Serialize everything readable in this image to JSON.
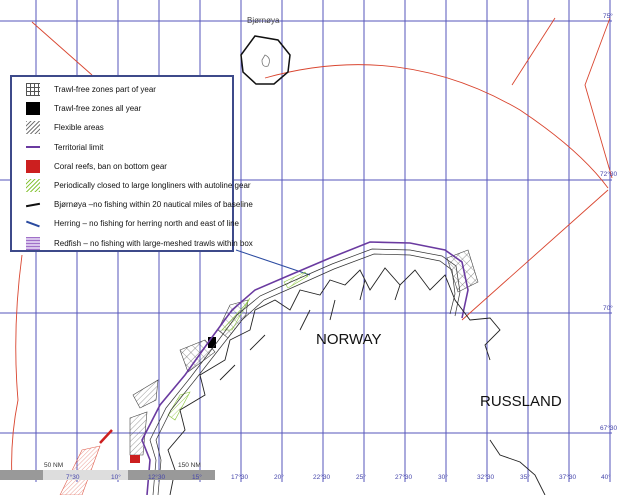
{
  "map": {
    "islands": {
      "bjornoya": "Bjørnøya"
    },
    "countries": {
      "norway": "NORWAY",
      "russia": "RUSSLAND"
    },
    "longitude_labels": [
      "7°30",
      "10°",
      "12°30",
      "15°",
      "17°30",
      "20°",
      "22°30",
      "25°",
      "27°30",
      "30°",
      "32°30",
      "35°",
      "37°30",
      "40°"
    ],
    "latitude_labels": [
      "75°",
      "72°30",
      "70°",
      "67°30"
    ],
    "scale_bar": {
      "left": "50 NM",
      "right": "150 NM"
    },
    "colors": {
      "grid": "#5555bb",
      "fishing_limit_red": "#d9452f",
      "territorial_limit": "#6a3aa0",
      "coral_reef": "#cc1f1f",
      "longliner_green": "#8cc63f",
      "herring_line": "#2a4aa0"
    }
  },
  "legend": {
    "items": [
      {
        "icon": "crosshatch-icon",
        "label": "Trawl-free zones part of year"
      },
      {
        "icon": "black-square-icon",
        "label": "Trawl-free zones all year"
      },
      {
        "icon": "diagonal-hatch-icon",
        "label": "Flexible areas"
      },
      {
        "icon": "purple-line-icon",
        "label": "Territorial limit"
      },
      {
        "icon": "red-square-icon",
        "label": "Coral reefs, ban on bottom gear"
      },
      {
        "icon": "green-hatch-icon",
        "label": "Periodically closed to large longliners with autoline gear"
      },
      {
        "icon": "black-line-icon",
        "label": "Bjørnøya –no fishing within 20 nautical miles of baseline"
      },
      {
        "icon": "blue-line-icon",
        "label": "Herring – no fishing for herring north and east of line"
      },
      {
        "icon": "purple-brick-icon",
        "label": "Redfish – no fishing with large-meshed trawls within box"
      }
    ]
  }
}
